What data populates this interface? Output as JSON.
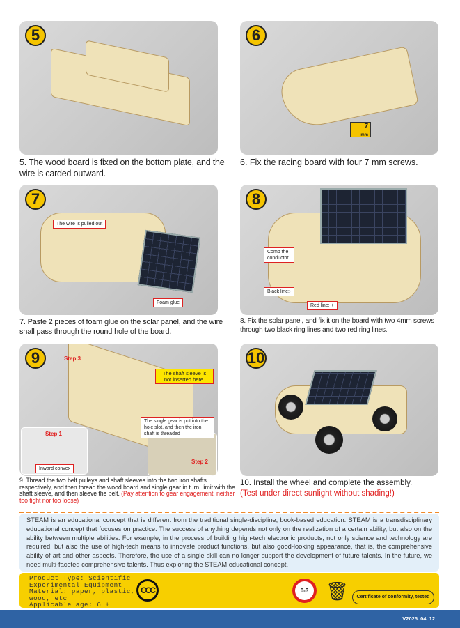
{
  "steps": [
    {
      "num": "5",
      "caption": "5. The wood board is fixed on the bottom plate, and the wire is carded outward."
    },
    {
      "num": "6",
      "caption": "6. Fix the racing board with four 7 mm screws.",
      "screw_label": "7",
      "screw_unit": "mm"
    },
    {
      "num": "7",
      "caption": "7. Paste 2 pieces of foam glue on the solar panel, and the wire shall pass through the round hole of the board.",
      "callouts": [
        "The wire is pulled out",
        "Foam glue"
      ]
    },
    {
      "num": "8",
      "caption": "8. Fix the solar panel, and fix it on the board with two 4mm screws through two black ring lines and two red ring lines.",
      "callouts": [
        "Comb the conductor",
        "Black line:-",
        "Red line: +"
      ]
    },
    {
      "num": "9",
      "caption": "9. Thread the two belt pulleys and shaft sleeves into the two iron shafts respectively, and then thread the wood board and single gear in turn, limit with the shaft sleeve, and then sleeve the belt.",
      "caption_note": "(Pay attention to gear engagement, neither too tight nor too loose)",
      "callouts": [
        "The shaft sleeve is not inserted here.",
        "The single gear is put into the hole slot, and then the iron shaft is threaded",
        "Inward convex"
      ],
      "step_labels": [
        "Step 3",
        "Step 1",
        "Step 2"
      ]
    },
    {
      "num": "10",
      "caption": "10. Install the wheel and complete the assembly.",
      "caption_note": "(Test under direct sunlight without shading!)"
    }
  ],
  "steam_text": "STEAM is an educational concept that is different from the traditional single-discipline, book-based education. STEAM is a transdisciplinary educational concept that focuses on practice. The success of anything depends not only on the realization of a certain ability, but also on the ability between multiple abilities. For example, in the process of building high-tech electronic products, not only science and technology are required, but also the use of high-tech means to innovate product functions, but also good-looking appearance, that is, the comprehensive ability of art and other aspects. Therefore, the use of a single skill can no longer support the development of future talents. In the future, we need multi-faceted comprehensive talents. Thus exploring the STEAM educational concept.",
  "product": {
    "info": "Product Type: Scientific\nExperimental Equipment\nMaterial: paper, plastic,\nwood, etc\nApplicable age: 6 +",
    "ccc_logo": "CCC",
    "age_warning": "0-3",
    "certificate": "Certificate of conformity, tested"
  },
  "version": "V2025. 04. 12"
}
